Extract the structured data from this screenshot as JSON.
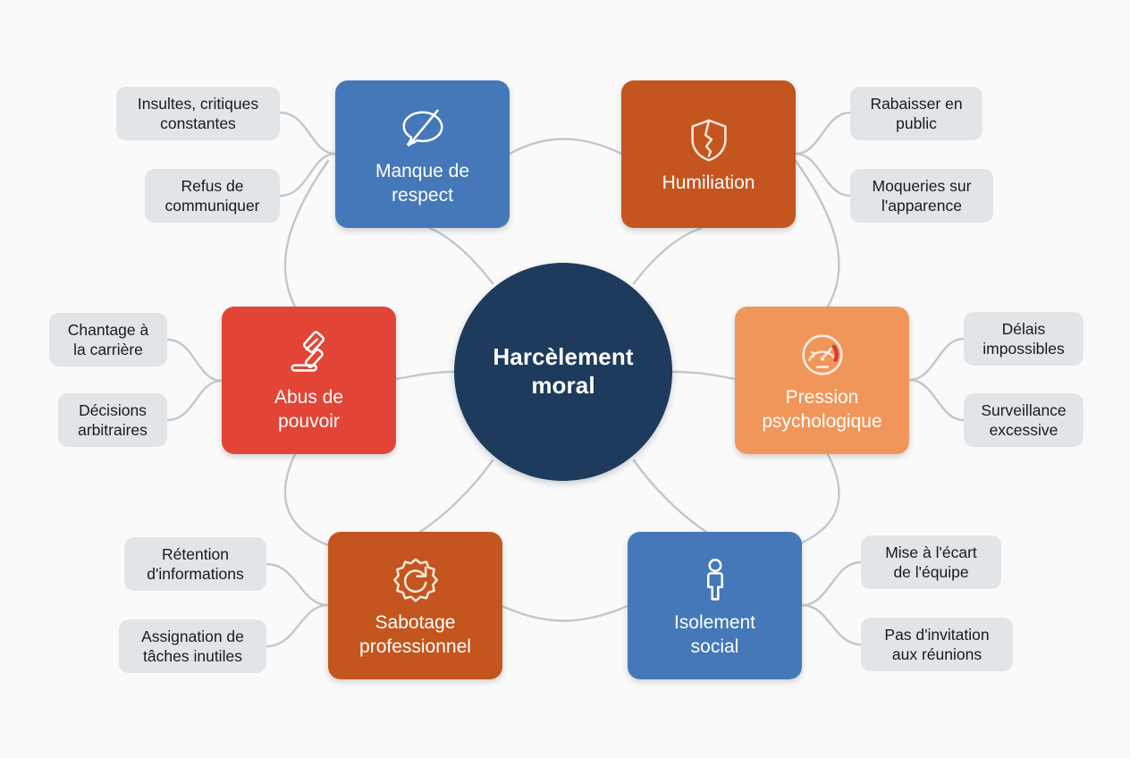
{
  "diagram": {
    "type": "mind-map",
    "background_color": "#FAFAFA",
    "center": {
      "label": "Harcèlement\nmoral",
      "color": "#1E3A5C",
      "shape": "circle"
    },
    "branches": [
      {
        "id": "manque-de-respect",
        "label": "Manque de\nrespect",
        "color": "#4478B8",
        "icon": "speech-bubble-slash-icon",
        "position": "top-left",
        "leaves": [
          {
            "label": "Insultes, critiques\nconstantes"
          },
          {
            "label": "Refus de\ncommuniquer"
          }
        ]
      },
      {
        "id": "humiliation",
        "label": "Humiliation",
        "color": "#C4551F",
        "icon": "broken-shield-icon",
        "position": "top-right",
        "leaves": [
          {
            "label": "Rabaisser en\npublic"
          },
          {
            "label": "Moqueries sur\nl'apparence"
          }
        ]
      },
      {
        "id": "pression-psychologique",
        "label": "Pression\npsychologique",
        "color": "#F1965A",
        "icon": "gauge-icon",
        "position": "middle-right",
        "leaves": [
          {
            "label": "Délais\nimpossibles"
          },
          {
            "label": "Surveillance\nexcessive"
          }
        ]
      },
      {
        "id": "isolement-social",
        "label": "Isolement\nsocial",
        "color": "#4478B8",
        "icon": "lone-person-icon",
        "position": "bottom-right",
        "leaves": [
          {
            "label": "Mise à l'écart\nde l'équipe"
          },
          {
            "label": "Pas d'invitation\naux réunions"
          }
        ]
      },
      {
        "id": "sabotage-professionnel",
        "label": "Sabotage\nprofessionnel",
        "color": "#C4551F",
        "icon": "gear-reset-icon",
        "position": "bottom-left",
        "leaves": [
          {
            "label": "Rétention\nd'informations"
          },
          {
            "label": "Assignation de\ntâches inutiles"
          }
        ]
      },
      {
        "id": "abus-de-pouvoir",
        "label": "Abus de\npouvoir",
        "color": "#E24536",
        "icon": "gavel-icon",
        "position": "middle-left",
        "leaves": [
          {
            "label": "Chantage à\nla carrière"
          },
          {
            "label": "Décisions\narbitraires"
          }
        ]
      }
    ],
    "palette": {
      "chip_background": "#E2E5E8",
      "chip_text": "#1A1A1A",
      "connector": "#C3C7CC",
      "node_text": "#FFFFFF",
      "gauge_accent": "#D93A2B"
    }
  }
}
